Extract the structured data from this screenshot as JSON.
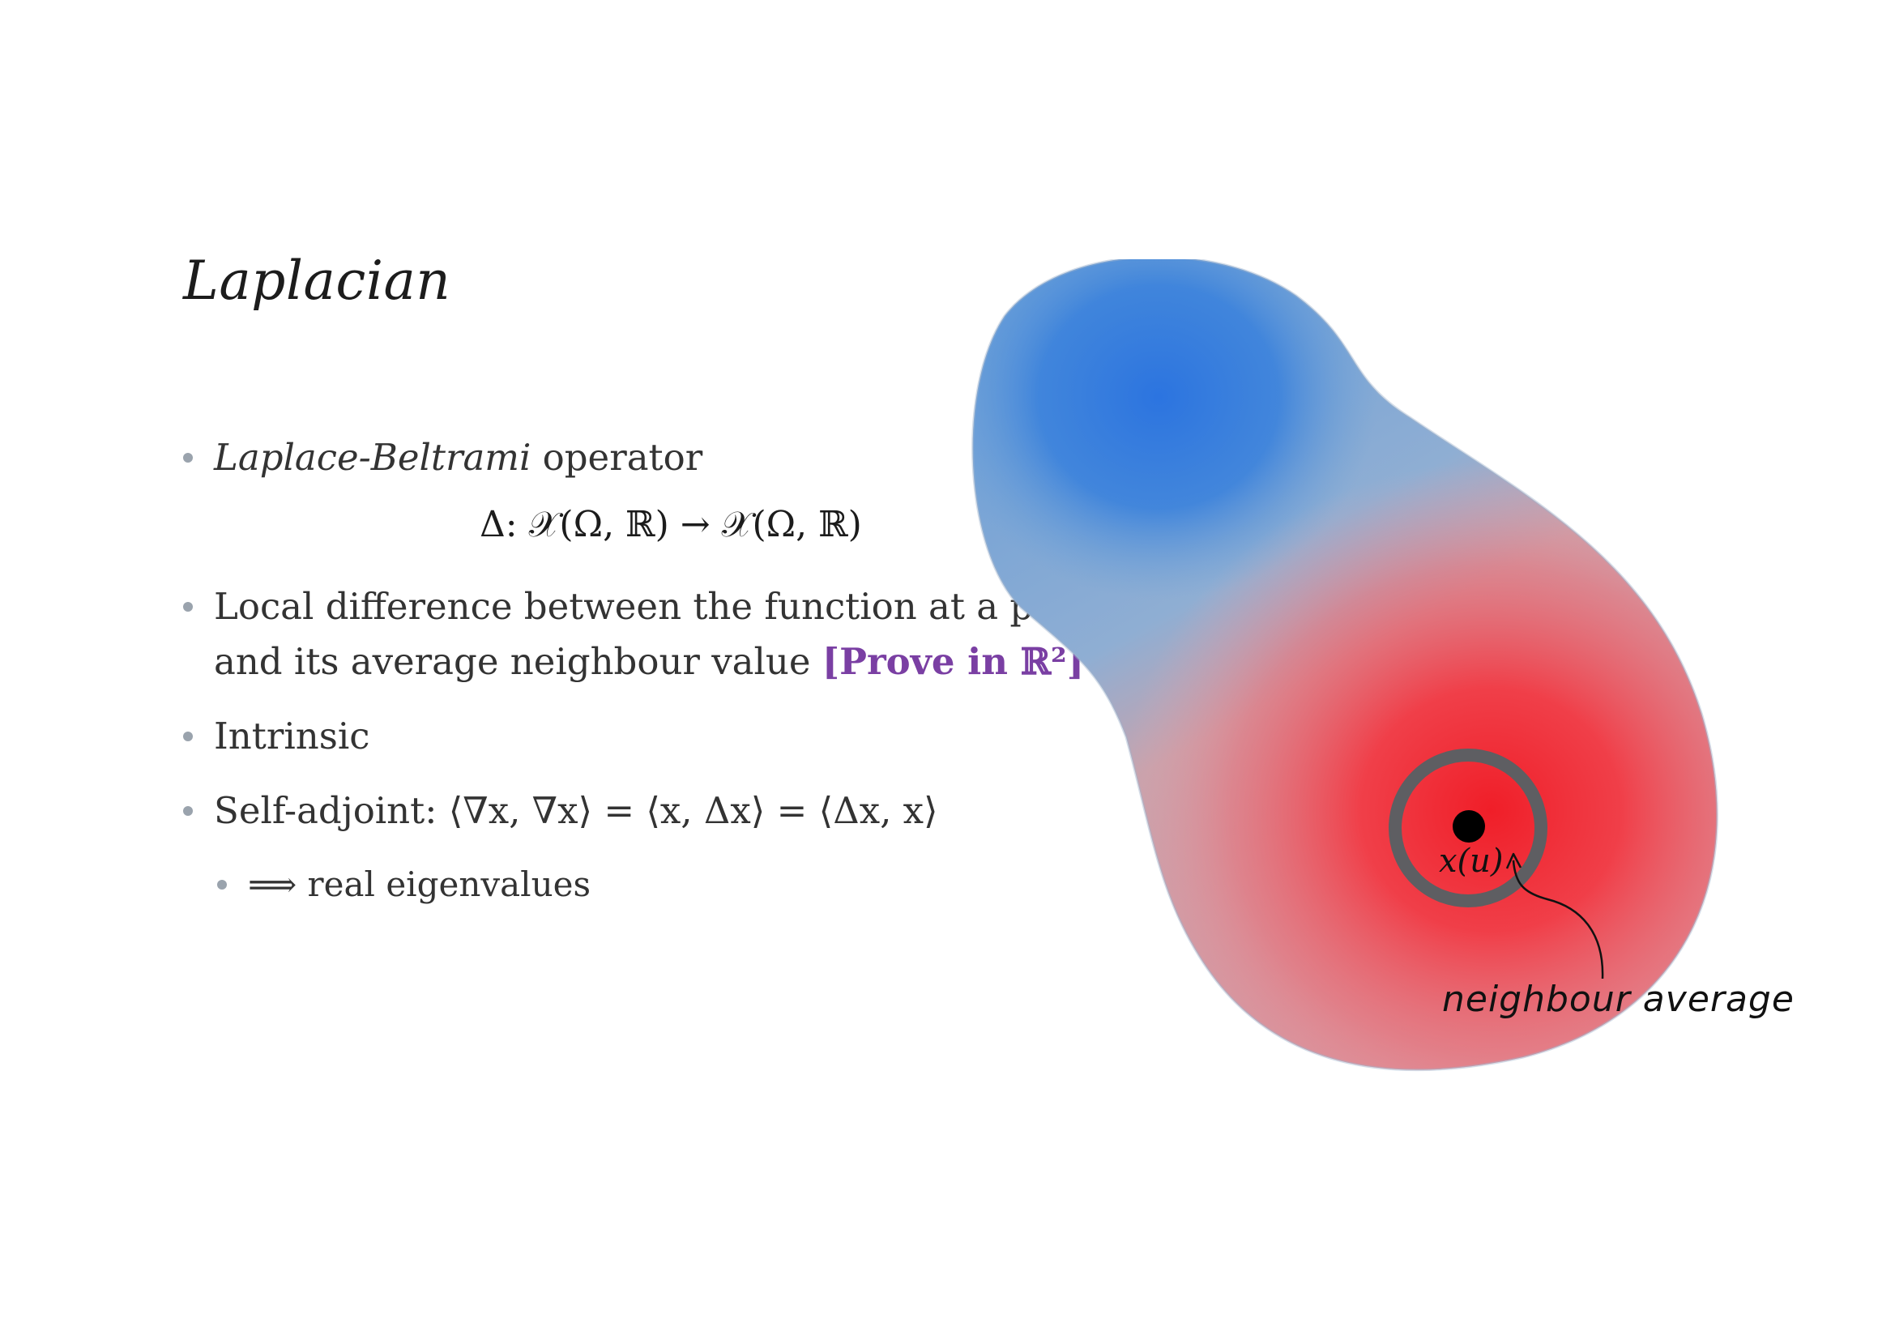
{
  "slide": {
    "title": "Laplacian"
  },
  "bullets": [
    {
      "italic_part": "Laplace-Beltrami",
      "rest": " operator"
    },
    {
      "line1": "Local difference between the function at a point",
      "line2_text": "and its average neighbour value ",
      "prove_label": "[Prove in ℝ²]"
    },
    {
      "text": "Intrinsic"
    },
    {
      "label": "Self-adjoint: ",
      "formula": "⟨∇x, ∇x⟩ = ⟨x, Δx⟩ = ⟨Δx, x⟩"
    },
    {
      "text": "⟹ real eigenvalues"
    }
  ],
  "operator_formula": "Δ: 𝒳(Ω, ℝ) → 𝒳(Ω, ℝ)",
  "figure": {
    "point_label": "x(u)",
    "annotation": "neighbour average",
    "colors": {
      "blue": "#2f7ae0",
      "red": "#f0252f",
      "ring": "#5e5e62",
      "point": "#000000"
    },
    "icons": [
      "arrow-icon"
    ]
  }
}
